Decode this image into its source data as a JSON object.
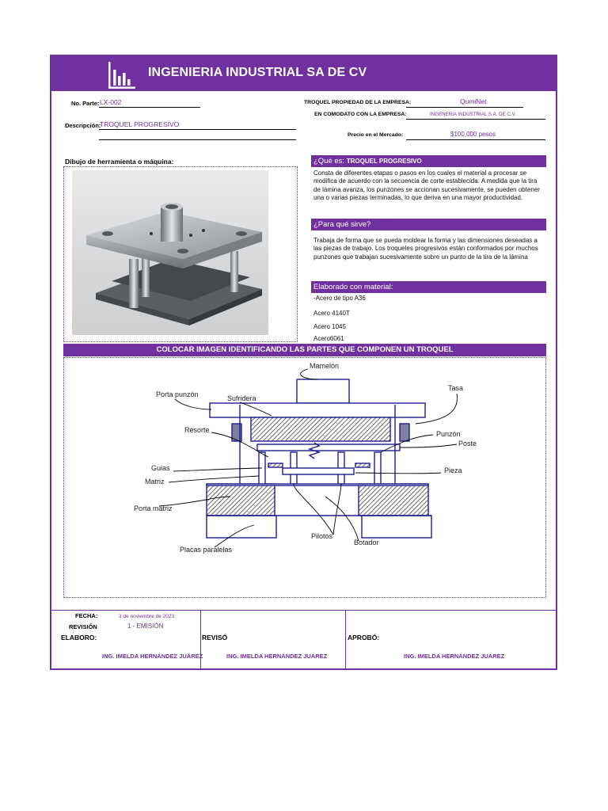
{
  "header": {
    "company": "INGENIERIA INDUSTRIAL SA DE CV",
    "logo_icon": "bar-chart-logo-icon"
  },
  "info": {
    "no_parte_label": "No. Parte:",
    "no_parte_value": "LX-002",
    "descripcion_label": "Descripción:",
    "descripcion_value": "TROQUEL PROGRESIVO",
    "troquel_label": "TROQUEL PROPIEDAD DE LA EMPRESA:",
    "troquel_value": "QumiNet",
    "comodato_label": "EN COMODATO CON LA EMPRESA:",
    "comodato_value": "INGENERIA INDUSTRIAL S.A. DE C.V.",
    "precio_label": "Precio en el Mercado:",
    "precio_value": "$100,000 pesos"
  },
  "drawing_label": "Dibujo de herramienta o máquina:",
  "que_es": {
    "head": "¿Qué es:",
    "head_value": "TROQUEL PROGRESIVO",
    "text": "Consta de diferentes etapas o pasos en los cuales el material a procesar se modifica de acuerdo con la secuencia de corte establecida. A medida que la tira de lámina avanza, los punzones se accionan sucesivamente, se pueden obtener una o varias piezas terminadas, lo que deriva en una mayor productividad."
  },
  "para_que": {
    "head": "¿Para qué sirve?",
    "text": "Trabaja de forma que se pueda moldear la forma y las dimensiones deseadas a las piezas de trabajo. Los troqueles progresivos están conformados por muchos punzones que trabajan sucesivamente sobre un punto de la tira de la lámina"
  },
  "material": {
    "head": "Elaborado con material:",
    "items": [
      "-Acero de tipo A36",
      "Acero 4140T",
      "Acero 1045",
      "Acero6061"
    ]
  },
  "band_title": "COLOCAR IMAGEN IDENTIFICANDO LAS PARTES QUE COMPONEN UN TROQUEL",
  "diagram_labels": {
    "mamelon": "Mamelón",
    "tasa": "Tasa",
    "porta_punzon": "Porta punzón",
    "sufridera": "Sufridera",
    "resorte": "Resorte",
    "punzon": "Punzón",
    "poste": "Poste",
    "guias": "Guias",
    "pieza": "Pieza",
    "matriz": "Matriz",
    "porta_matriz": "Porta matriz",
    "pilotos": "Pilotos",
    "botador": "Botador",
    "placas": "Placas paralelas"
  },
  "footer": {
    "fecha_label": "FECHA:",
    "fecha_value": "3 de noviembre de 2023",
    "revision_label": "REVISIÓN",
    "revision_value": "1 -   EMISIÓN",
    "elaboro_label": "ELABORO:",
    "reviso_label": "REVISÓ",
    "aprobo_label": "APROBÓ:",
    "elaboro_name": "ING. IMELDA HERNÁNDEZ JUÁREZ",
    "reviso_name": "ING. IMELDA HERNÁNDEZ JUÁREZ",
    "aprobo_name": "ING. IMELDA HERNÁNDEZ JUÁREZ"
  },
  "colors": {
    "accent": "#7030a0",
    "diagram_blue": "#1f1f8f"
  }
}
